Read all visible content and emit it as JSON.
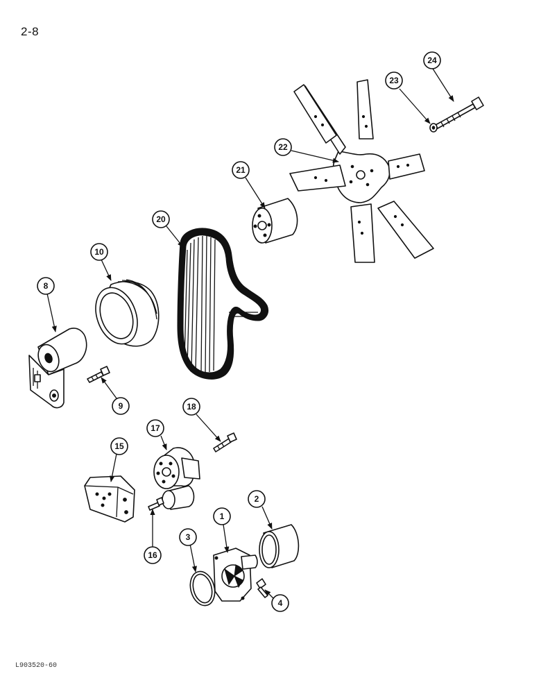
{
  "page": {
    "number": "2-8",
    "figure_code": "L903520-60"
  },
  "callouts": [
    "1",
    "2",
    "3",
    "4",
    "8",
    "9",
    "10",
    "15",
    "16",
    "17",
    "18",
    "20",
    "21",
    "22",
    "23",
    "24"
  ]
}
